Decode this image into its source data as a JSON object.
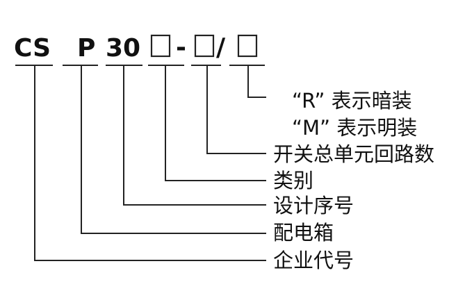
{
  "code": {
    "company_code": "CS",
    "box_code": "P",
    "design_no": "30",
    "dash": "-",
    "slash": "/"
  },
  "labels": {
    "concealed": "“R” 表示暗装",
    "surface": "“M” 表示明装",
    "switch_units": "开关总单元回路数",
    "category": "类别",
    "design_serial": "设计序号",
    "distribution_box": "配电箱",
    "company": "企业代号"
  },
  "colors": {
    "ink": "#111111",
    "line": "#222222",
    "background": "#ffffff"
  }
}
